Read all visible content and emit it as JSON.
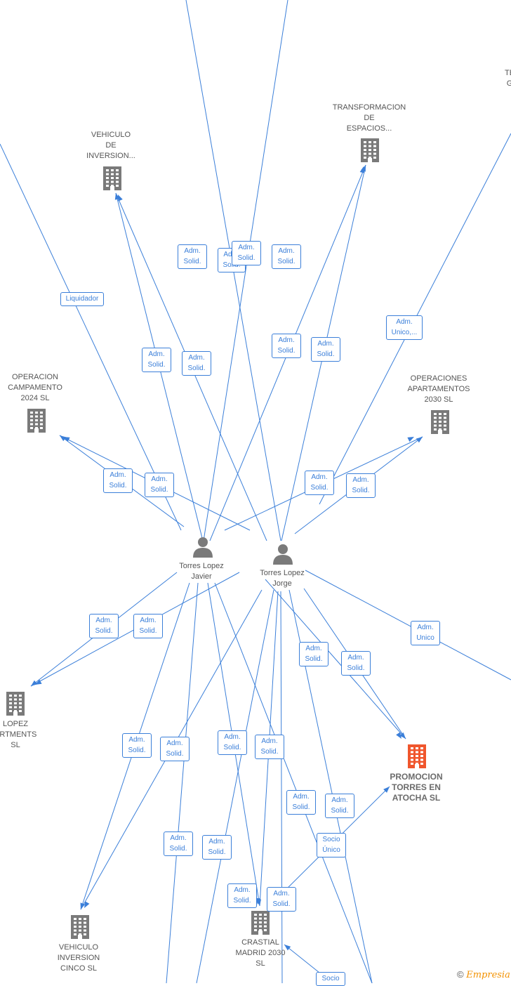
{
  "nodes": {
    "vehiculo_inversion": {
      "label": "VEHICULO\nDE\nINVERSION...",
      "icon": "building-icon"
    },
    "transformacion": {
      "label": "TRANSFORMACION\nDE\nESPACIOS...",
      "icon": "building-icon"
    },
    "te_g": {
      "label": "TE\nG",
      "icon": "building-icon"
    },
    "operacion_campamento": {
      "label": "OPERACION\nCAMPAMENTO\n2024 SL",
      "icon": "building-icon"
    },
    "operaciones_apartamentos": {
      "label": "OPERACIONES\nAPARTAMENTOS\n2030 SL",
      "icon": "building-icon"
    },
    "javier": {
      "label": "Torres Lopez\nJavier",
      "icon": "person-icon"
    },
    "jorge": {
      "label": "Torres Lopez\nJorge",
      "icon": "person-icon"
    },
    "lopez_apartments": {
      "label": "LOPEZ\nARTMENTS\nSL",
      "icon": "building-icon"
    },
    "promocion": {
      "label": "PROMOCION\nTORRES EN\nATOCHA SL",
      "icon": "building-icon"
    },
    "vehiculo_cinco": {
      "label": "VEHICULO\nINVERSION\nCINCO SL",
      "icon": "building-icon"
    },
    "crastial": {
      "label": "CRASTIAL\nMADRID 2030\nSL",
      "icon": "building-icon"
    }
  },
  "edge_labels": [
    "Adm.\nSolid.",
    "Adm.\nSolid.",
    "Adm.\nSolid.",
    "Adm.\nSolid.",
    "Liquidador",
    "Adm.\nUnico,...",
    "Adm.\nSolid.",
    "Adm.\nSolid.",
    "Adm.\nSolid.",
    "Adm.\nSolid.",
    "Adm.\nSolid.",
    "Adm.\nSolid.",
    "Adm.\nSolid.",
    "Adm.\nSolid.",
    "Adm.\nSolid.",
    "Adm.\nSolid.",
    "Adm.\nUnico",
    "Adm.\nSolid.",
    "Adm.\nSolid.",
    "Adm.\nSolid.",
    "Adm.\nSolid.",
    "Adm.\nSolid.",
    "Adm.\nSolid.",
    "Adm.\nSolid.",
    "Adm.\nSolid.",
    "Socio\nÚnico",
    "Adm.\nSolid.",
    "Adm.\nSolid.",
    "Socio"
  ],
  "copyright": {
    "symbol": "©",
    "brand": "Empresia"
  },
  "colors": {
    "edge": "#3b7fd9",
    "node": "#7a7a7a",
    "highlight": "#f0562d"
  }
}
